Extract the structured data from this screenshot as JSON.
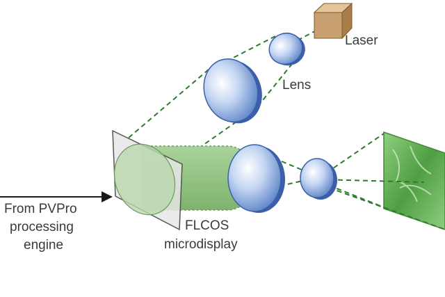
{
  "labels": {
    "laser": "Laser",
    "lens": "Lens",
    "source_line1": "From PVPro",
    "source_line2": "processing",
    "source_line3": "engine",
    "device_line1": "FLCOS",
    "device_line2": "microdisplay"
  },
  "colors": {
    "beam": "#2e7a2e",
    "lens_fill": "#7fa6de",
    "laser_box": "#c9a070",
    "microdisplay_block": "#8fbf7e",
    "screen": "#5aa34c"
  }
}
